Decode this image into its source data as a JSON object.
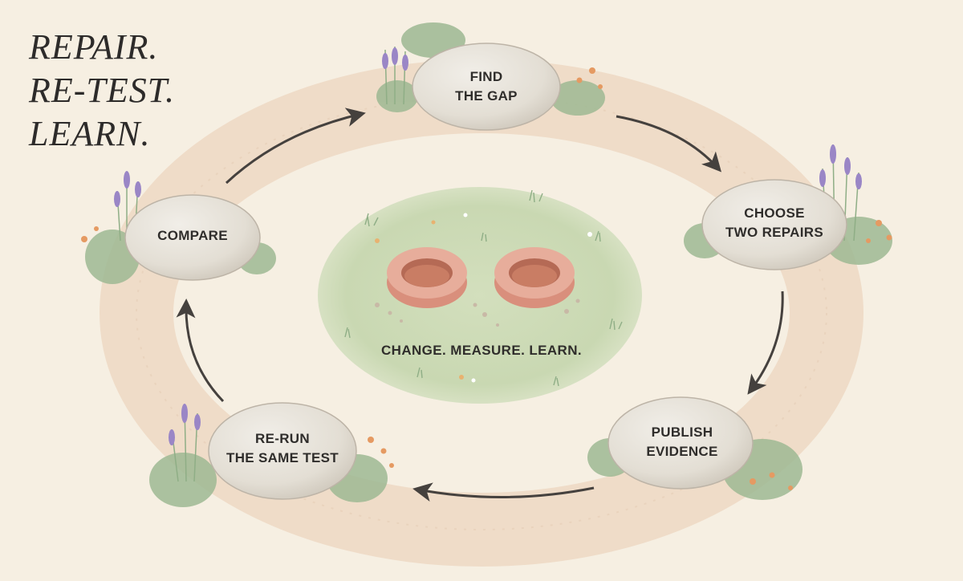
{
  "title": {
    "line1": "REPAIR.",
    "line2": "RE-TEST.",
    "line3": "LEARN."
  },
  "steps": [
    {
      "id": "find-gap",
      "lines": [
        "FIND",
        "THE GAP"
      ]
    },
    {
      "id": "choose-repairs",
      "lines": [
        "CHOOSE",
        "TWO REPAIRS"
      ]
    },
    {
      "id": "publish-evidence",
      "lines": [
        "PUBLISH",
        "EVIDENCE"
      ]
    },
    {
      "id": "rerun-test",
      "lines": [
        "RE-RUN",
        "THE SAME TEST"
      ]
    },
    {
      "id": "compare",
      "lines": [
        "COMPARE"
      ]
    }
  ],
  "center": {
    "caption": "CHANGE. MEASURE. LEARN."
  },
  "colors": {
    "background": "#f6efe2",
    "path": "#eed9c4",
    "meadow": "#cfdcb8",
    "stone": "#e6e1d8",
    "arrow": "#45413e",
    "lavender": "#9a86c6",
    "leaf": "#8fae86",
    "brick": "#dc9a86"
  }
}
